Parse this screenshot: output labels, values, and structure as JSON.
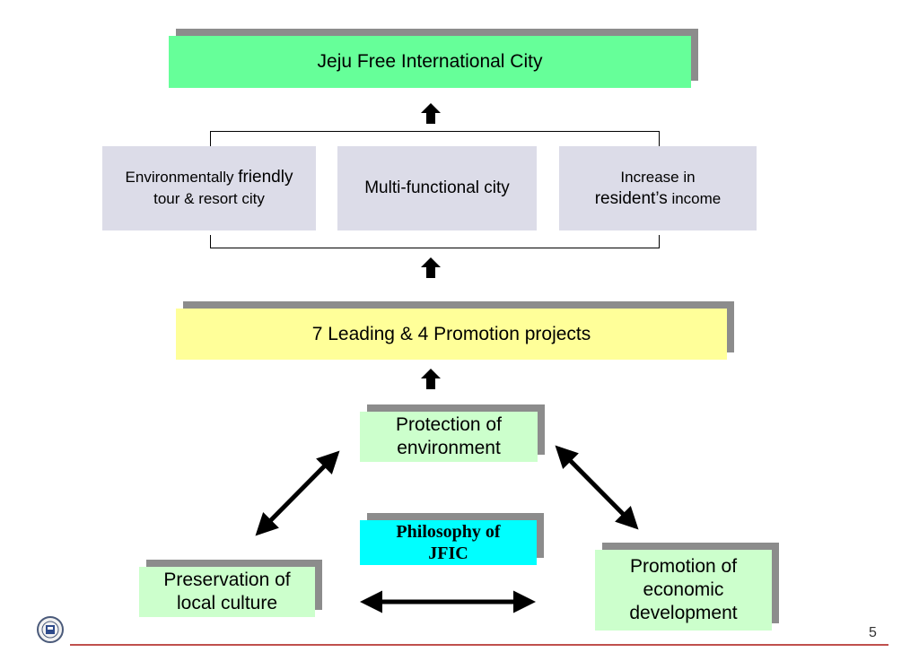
{
  "top": {
    "title": "Jeju Free International City"
  },
  "goals": {
    "left_line1_small": "Environmentally ",
    "left_line1_big": "friendly",
    "left_line2": "tour & resort city",
    "middle": "Multi-functional city",
    "right_line1": "Increase in",
    "right_line2_big": "resident’s",
    "right_line2_small": " income"
  },
  "projects": {
    "title": "7 Leading & 4 Promotion projects"
  },
  "pillars": {
    "protection_line1": "Protection of",
    "protection_line2": "environment",
    "preservation_line1": "Preservation of",
    "preservation_line2": "local culture",
    "promotion_line1": "Promotion of",
    "promotion_line2": "economic",
    "promotion_line3": "development"
  },
  "center": {
    "line1": "Philosophy of",
    "line2": "JFIC"
  },
  "slide": {
    "page_number": "5"
  },
  "icons": {
    "logo": "university-seal-icon",
    "arrow": "up-arrow-icon"
  }
}
